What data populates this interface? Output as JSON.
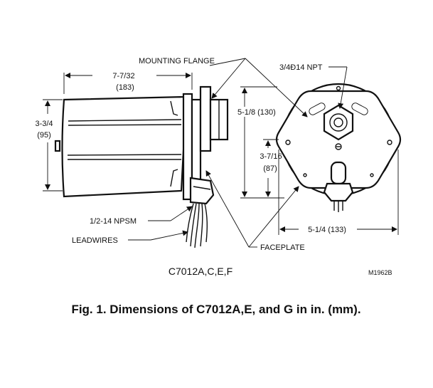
{
  "labels": {
    "mounting_flange": "MOUNTING FLANGE",
    "npt": "3/4Ð14 NPT",
    "length_in": "7-7/32",
    "length_mm": "(183)",
    "height_in": "3-3/4",
    "height_mm": "(95)",
    "face_height": "5-1/8 (130)",
    "inner_height_in": "3-7/16",
    "inner_height_mm": "(87)",
    "face_width": "5-1/4 (133)",
    "npsm": "1/2-14 NPSM",
    "leadwires": "LEADWIRES",
    "faceplate": "FACEPLATE",
    "model": "C7012A,C,E,F",
    "drawing_code": "M1962B"
  },
  "caption": "Fig. 1. Dimensions of C7012A,E, and G in in. (mm)."
}
